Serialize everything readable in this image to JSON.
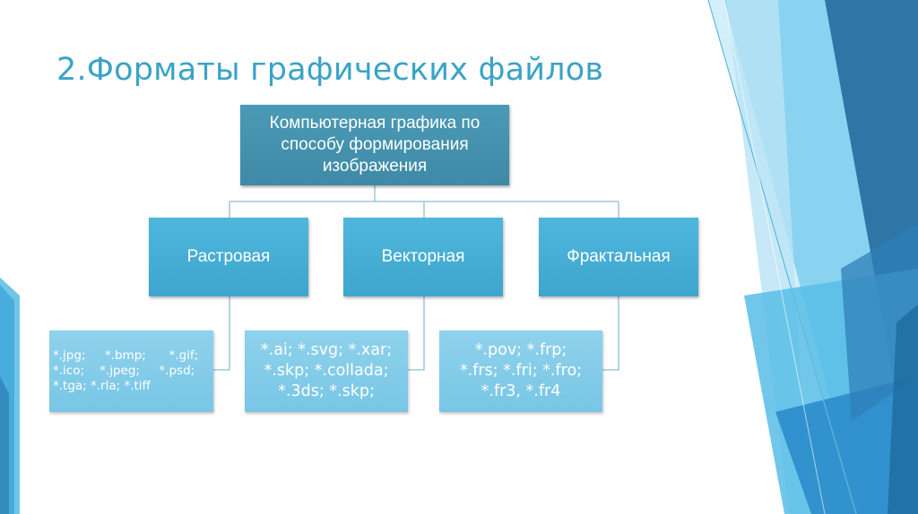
{
  "slide": {
    "title": "2.Форматы графических файлов"
  },
  "diagram": {
    "root": "Компьютерная графика по способу формирования изображения",
    "categories": [
      {
        "label": "Растровая",
        "formats": "*.jpg;     *.bmp;      *.gif;\n*.ico;    *.jpeg;     *.psd;\n*.tga; *.rla; *.tiff"
      },
      {
        "label": "Векторная",
        "formats": "*.ai; *.svg; *.xar;\n*.skp; *.collada;\n*.3ds; *.skp;"
      },
      {
        "label": "Фрактальная",
        "formats": "*.pov; *.frp;\n*.frs; *.fri; *.fro;\n*.fr3, *.fr4"
      }
    ]
  },
  "theme": {
    "accent": "#3aa3c6",
    "root_fill": "#4493b0",
    "category_fill": "#46aed5",
    "leaf_fill": "#83ccea"
  }
}
